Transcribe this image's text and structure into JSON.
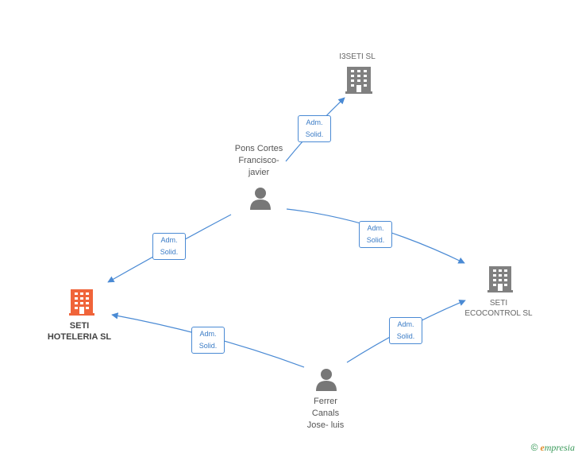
{
  "nodes": {
    "i3seti": {
      "name": "I3SETI SL",
      "type": "company"
    },
    "pons": {
      "name_lines": [
        "Pons Cortes",
        "Francisco-",
        "javier"
      ],
      "type": "person"
    },
    "seti_hoteleria": {
      "name_lines": [
        "SETI",
        "HOTELERIA SL"
      ],
      "type": "company-main"
    },
    "seti_ecocontrol": {
      "name_lines": [
        "SETI",
        "ECOCONTROL SL"
      ],
      "type": "company"
    },
    "ferrer": {
      "name_lines": [
        "Ferrer",
        "Canals",
        "Jose- luis"
      ],
      "type": "person"
    }
  },
  "edges": [
    {
      "from": "pons",
      "to": "i3seti",
      "label_lines": [
        "Adm.",
        "Solid."
      ]
    },
    {
      "from": "pons",
      "to": "seti_hoteleria",
      "label_lines": [
        "Adm.",
        "Solid."
      ]
    },
    {
      "from": "pons",
      "to": "seti_ecocontrol",
      "label_lines": [
        "Adm.",
        "Solid."
      ]
    },
    {
      "from": "ferrer",
      "to": "seti_hoteleria",
      "label_lines": [
        "Adm.",
        "Solid."
      ]
    },
    {
      "from": "ferrer",
      "to": "seti_ecocontrol",
      "label_lines": [
        "Adm.",
        "Solid."
      ]
    }
  ],
  "colors": {
    "edge": "#4a8ad4",
    "company_icon": "#808080",
    "main_company_icon": "#f0643a",
    "person_icon": "#777777"
  },
  "footer": {
    "copyright": "©",
    "brand_initial": "e",
    "brand_rest": "mpresia"
  }
}
